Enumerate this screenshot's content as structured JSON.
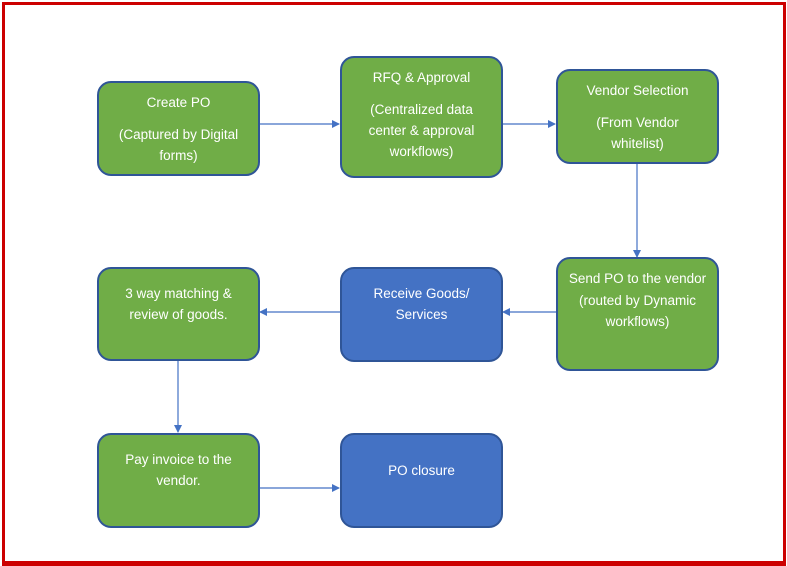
{
  "diagram": {
    "colors": {
      "frame": "#cc0000",
      "step_green": "#70ad47",
      "step_blue": "#4472c4",
      "node_border": "#2f5597",
      "connector": "#4472c4",
      "text": "#ffffff"
    },
    "nodes": [
      {
        "id": "create-po",
        "title": "Create PO",
        "sub": "(Captured by Digital forms)",
        "color": "green"
      },
      {
        "id": "rfq-approval",
        "title": "RFQ & Approval",
        "sub": "(Centralized data center & approval workflows)",
        "color": "green"
      },
      {
        "id": "vendor-selection",
        "title": "Vendor Selection",
        "sub": "(From Vendor whitelist)",
        "color": "green"
      },
      {
        "id": "send-po",
        "title": "Send PO to the vendor (routed by Dynamic workflows)",
        "sub": "",
        "color": "green"
      },
      {
        "id": "receive-goods",
        "title": "Receive Goods/ Services",
        "sub": "",
        "color": "blue"
      },
      {
        "id": "three-way-matching",
        "title": "3 way matching & review of goods.",
        "sub": "",
        "color": "green"
      },
      {
        "id": "pay-invoice",
        "title": "Pay invoice to the vendor.",
        "sub": "",
        "color": "green"
      },
      {
        "id": "po-closure",
        "title": "PO closure",
        "sub": "",
        "color": "blue"
      }
    ],
    "edges": [
      {
        "from": "create-po",
        "to": "rfq-approval"
      },
      {
        "from": "rfq-approval",
        "to": "vendor-selection"
      },
      {
        "from": "vendor-selection",
        "to": "send-po"
      },
      {
        "from": "send-po",
        "to": "receive-goods"
      },
      {
        "from": "receive-goods",
        "to": "three-way-matching"
      },
      {
        "from": "three-way-matching",
        "to": "pay-invoice"
      },
      {
        "from": "pay-invoice",
        "to": "po-closure"
      }
    ]
  }
}
